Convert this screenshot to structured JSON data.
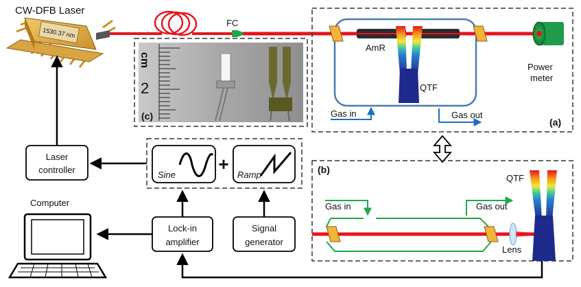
{
  "labels": {
    "laser": "CW-DFB Laser",
    "laser_chip_text": "1530.37 nm",
    "fc": "FC",
    "amr": "AmR",
    "qtf_a": "QTF",
    "power_meter_line1": "Power",
    "power_meter_line2": "meter",
    "gas_in_a": "Gas in",
    "gas_out_a": "Gas out",
    "panel_a": "(a)",
    "panel_b": "(b)",
    "panel_c": "(c)",
    "photo_cm": "cm",
    "photo_2": "2",
    "laser_controller_line1": "Laser",
    "laser_controller_line2": "controller",
    "sine": "Sine",
    "ramp": "Ramp",
    "plus": "+",
    "computer": "Computer",
    "lockin_line1": "Lock-in",
    "lockin_line2": "amplifier",
    "signal_line1": "Signal",
    "signal_line2": "generator",
    "gas_in_b": "Gas in",
    "gas_out_b": "Gas out",
    "lens": "Lens",
    "qtf_b": "QTF"
  },
  "colors": {
    "beam": "#e8141c",
    "gas_path_a": "#4a7bb0",
    "gas_path_b": "#1ea84a",
    "arrow_blue": "#1a6fc0",
    "window": "#f2b53a",
    "tube": "#2b2b2b",
    "qtf_blue": "#1e2a8c",
    "power_meter": "#1f9b4a",
    "dash_border": "#333333"
  }
}
